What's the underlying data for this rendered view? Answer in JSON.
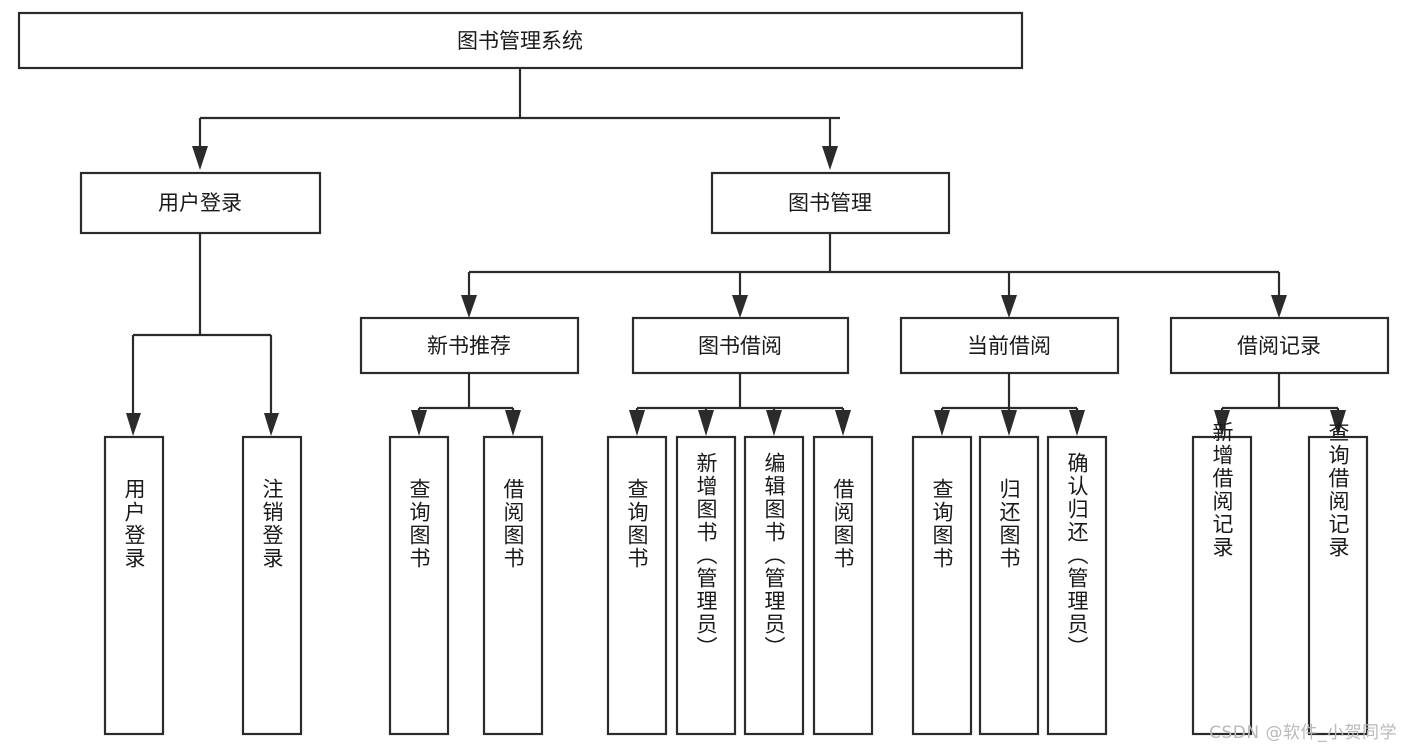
{
  "diagram": {
    "type": "tree",
    "title": "图书管理系统",
    "orientation": "top-down",
    "colors": {
      "background": "#ffffff",
      "stroke": "#2b2b2b",
      "box_fill": "#ffffff",
      "text": "#1a1a1a",
      "watermark": "#b9b9b9"
    },
    "watermark": "CSDN @软件_小贺同学",
    "nodes": {
      "root": {
        "label": "图书管理系统",
        "level": 0,
        "orientation": "horizontal"
      },
      "l2": [
        {
          "id": "user-login",
          "label": "用户登录",
          "level": 1,
          "orientation": "horizontal"
        },
        {
          "id": "book-manage",
          "label": "图书管理",
          "level": 1,
          "orientation": "horizontal"
        }
      ],
      "l3": [
        {
          "id": "new-book-recommend",
          "label": "新书推荐",
          "level": 2,
          "orientation": "horizontal",
          "parent": "book-manage"
        },
        {
          "id": "book-borrow",
          "label": "图书借阅",
          "level": 2,
          "orientation": "horizontal",
          "parent": "book-manage"
        },
        {
          "id": "current-borrow",
          "label": "当前借阅",
          "level": 2,
          "orientation": "horizontal",
          "parent": "book-manage"
        },
        {
          "id": "borrow-record",
          "label": "借阅记录",
          "level": 2,
          "orientation": "horizontal",
          "parent": "book-manage"
        }
      ],
      "leaves": [
        {
          "id": "leaf-user-login",
          "label": "用户登录",
          "parent": "user-login",
          "orientation": "vertical"
        },
        {
          "id": "leaf-user-logout",
          "label": "注销登录",
          "parent": "user-login",
          "orientation": "vertical"
        },
        {
          "id": "leaf-query-book-1",
          "label": "查询图书",
          "parent": "new-book-recommend",
          "orientation": "vertical"
        },
        {
          "id": "leaf-borrow-book-1",
          "label": "借阅图书",
          "parent": "new-book-recommend",
          "orientation": "vertical"
        },
        {
          "id": "leaf-query-book-2",
          "label": "查询图书",
          "parent": "book-borrow",
          "orientation": "vertical"
        },
        {
          "id": "leaf-add-book",
          "label": "新增图书（管理员）",
          "parent": "book-borrow",
          "orientation": "vertical"
        },
        {
          "id": "leaf-edit-book",
          "label": "编辑图书（管理员）",
          "parent": "book-borrow",
          "orientation": "vertical"
        },
        {
          "id": "leaf-borrow-book-2",
          "label": "借阅图书",
          "parent": "book-borrow",
          "orientation": "vertical"
        },
        {
          "id": "leaf-query-book-3",
          "label": "查询图书",
          "parent": "current-borrow",
          "orientation": "vertical"
        },
        {
          "id": "leaf-return-book",
          "label": "归还图书",
          "parent": "current-borrow",
          "orientation": "vertical"
        },
        {
          "id": "leaf-confirm-return",
          "label": "确认归还（管理员）",
          "parent": "current-borrow",
          "orientation": "vertical"
        },
        {
          "id": "leaf-add-record",
          "label": "新增借阅记录",
          "parent": "borrow-record",
          "orientation": "vertical"
        },
        {
          "id": "leaf-query-record",
          "label": "查询借阅记录",
          "parent": "borrow-record",
          "orientation": "vertical"
        }
      ]
    }
  }
}
